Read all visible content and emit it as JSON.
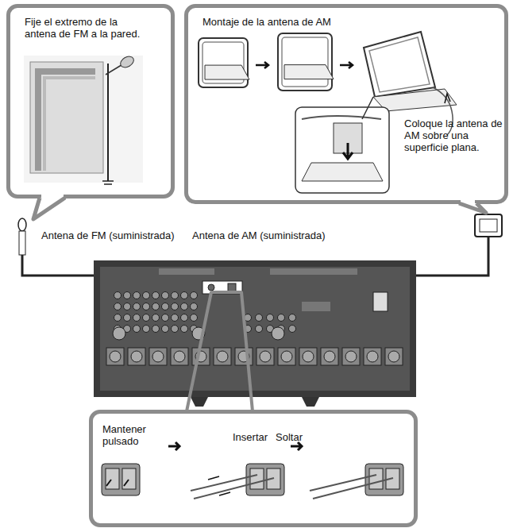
{
  "diagram": {
    "nodes": [
      {
        "text": [
          "Fije el extremo de la antena de FM a la pared."
        ]
      },
      {
        "text": [
          "Montaje de la antena de AM",
          "Coloque la antena de AM sobre una superficie plana."
        ]
      },
      {
        "text": [
          "Mantener pulsado",
          "Insertar",
          "Soltar"
        ]
      }
    ],
    "labels": [
      "Antena de FM (suministrada)",
      "Antena de AM (suministrada)"
    ]
  }
}
